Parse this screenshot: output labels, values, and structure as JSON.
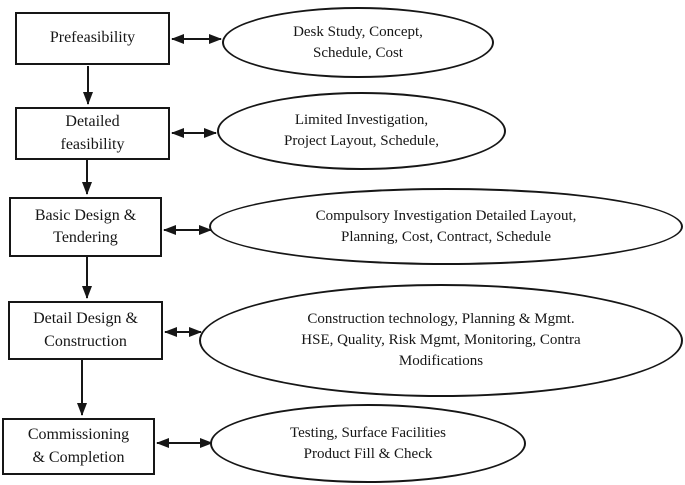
{
  "flowchart": {
    "stages": [
      {
        "id": "prefeasibility",
        "label": "Prefeasibility",
        "activities": "Desk Study, Concept,\nSchedule, Cost"
      },
      {
        "id": "detailed-feasibility",
        "label": "Detailed\nfeasibility",
        "activities": "Limited Investigation,\nProject Layout, Schedule,"
      },
      {
        "id": "basic-design-tendering",
        "label": "Basic Design &\nTendering",
        "activities": "Compulsory Investigation Detailed Layout,\nPlanning, Cost, Contract, Schedule"
      },
      {
        "id": "detail-design-construction",
        "label": "Detail Design &\nConstruction",
        "activities": "Construction technology, Planning & Mgmt.\nHSE, Quality, Risk Mgmt, Monitoring, Contra\nModifications"
      },
      {
        "id": "commissioning-completion",
        "label": "Commissioning\n& Completion",
        "activities": "Testing, Surface Facilities\nProduct Fill & Check"
      }
    ],
    "colors": {
      "stroke": "#161616",
      "text": "#161616",
      "background": "#ffffff"
    }
  }
}
